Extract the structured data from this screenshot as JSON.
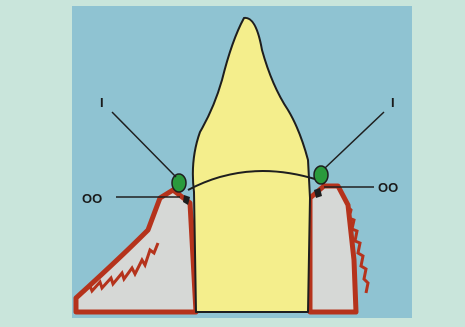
{
  "labels": {
    "left_top": "I",
    "right_top": "I",
    "left_side": "OO",
    "right_side": "OO"
  },
  "colors": {
    "outer_background": "#c9e5db",
    "panel_background": "#8fc3d2",
    "tooth": "#f4ee8c",
    "bone": "#d6d8d6",
    "periosteum": "#b5331c",
    "marker": "#2a9a3c",
    "outline": "#1e1e1e"
  }
}
